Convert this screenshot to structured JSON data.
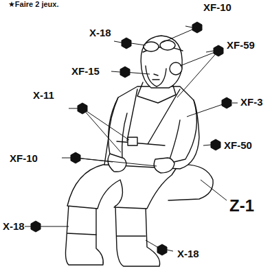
{
  "diagram": {
    "labels": [
      "★Faire 2 jeux.",
      "XF-10",
      "X-18",
      "XF-59",
      "XF-15",
      "X-11",
      "XF-3",
      "XF-50",
      "XF-10",
      "Z-1",
      "X-18",
      "X-18"
    ]
  }
}
